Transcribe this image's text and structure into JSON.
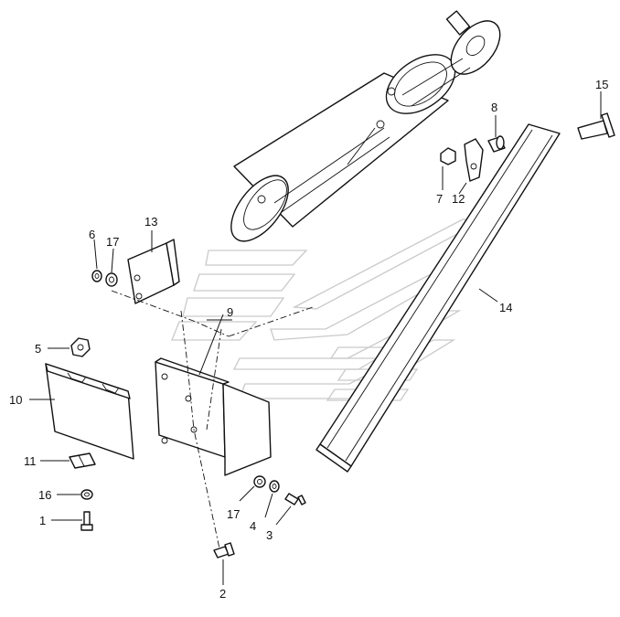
{
  "callouts": [
    {
      "id": "c1",
      "text": "1"
    },
    {
      "id": "c2",
      "text": "2"
    },
    {
      "id": "c3",
      "text": "3"
    },
    {
      "id": "c4",
      "text": "4"
    },
    {
      "id": "c5",
      "text": "5"
    },
    {
      "id": "c6",
      "text": "6"
    },
    {
      "id": "c7",
      "text": "7"
    },
    {
      "id": "c8",
      "text": "8"
    },
    {
      "id": "c9",
      "text": "9"
    },
    {
      "id": "c10",
      "text": "10"
    },
    {
      "id": "c11",
      "text": "11"
    },
    {
      "id": "c12",
      "text": "12"
    },
    {
      "id": "c13",
      "text": "13"
    },
    {
      "id": "c14",
      "text": "14"
    },
    {
      "id": "c15",
      "text": "15"
    },
    {
      "id": "c16",
      "text": "16"
    },
    {
      "id": "c17a",
      "text": "17"
    },
    {
      "id": "c17b",
      "text": "17"
    }
  ]
}
